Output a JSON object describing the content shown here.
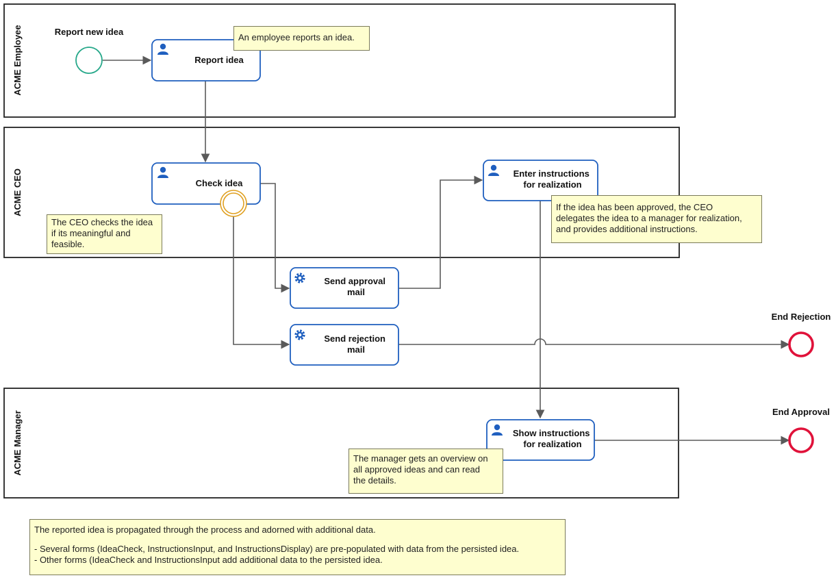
{
  "lanes": {
    "employee": "ACME Employee",
    "ceo": "ACME CEO",
    "manager": "ACME Manager"
  },
  "events": {
    "start": "Report new idea",
    "end_rejection": "End Rejection",
    "end_approval": "End Approval"
  },
  "tasks": {
    "report_idea": [
      "Report idea"
    ],
    "check_idea": [
      "Check idea"
    ],
    "enter_instructions": [
      "Enter instructions",
      "for realization"
    ],
    "send_approval": [
      "Send approval",
      "mail"
    ],
    "send_rejection": [
      "Send rejection",
      "mail"
    ],
    "show_instructions": [
      "Show instructions",
      "for realization"
    ]
  },
  "notes": {
    "employee_note": [
      "An employee reports an idea."
    ],
    "ceo_note": [
      "The CEO checks the idea",
      "if its meaningful and",
      "feasible."
    ],
    "realization_note": [
      "If the idea has been approved, the CEO",
      "delegates the idea to a manager for realization,",
      "and provides additional instructions."
    ],
    "manager_note": [
      "The manager gets an overview on",
      "all approved ideas and can read",
      "the details."
    ],
    "data_note": {
      "intro": "The reported idea is propagated through the process and adorned with additional data.",
      "bullet_1": "- Several forms (IdeaCheck, InstructionsInput, and InstructionsDisplay) are pre-populated with data from the persisted idea.",
      "bullet_2": "- Other forms (IdeaCheck and InstructionsInput add additional data to the persisted idea."
    }
  },
  "icons": {
    "user_task": "user-icon",
    "service_task": "gear-icon"
  },
  "colors": {
    "task_border": "#1f5fbf",
    "start_event": "#27a88a",
    "end_event": "#e0123a",
    "boundary_event": "#e0a020",
    "flow": "#5a5a5a",
    "note_fill": "#fefecf"
  }
}
